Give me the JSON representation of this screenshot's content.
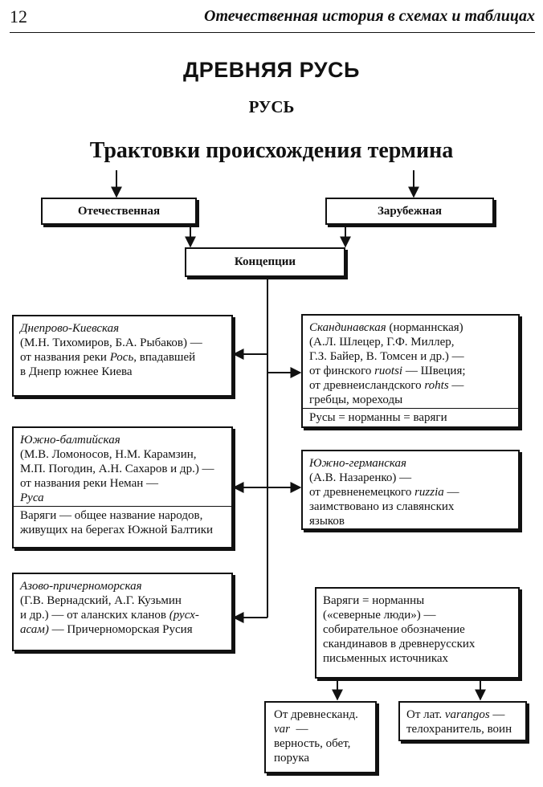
{
  "header": {
    "page_number": "12",
    "running_title": "Отечественная история в схемах и таблицах"
  },
  "titles": {
    "section": "ДРЕВНЯЯ РУСЬ",
    "subsection": "РУСЬ",
    "diagram": "Трактовки происхождения термина"
  },
  "top_boxes": {
    "domestic": "Отечественная",
    "foreign": "Зарубежная",
    "concepts": "Концепции"
  },
  "dnepr": {
    "name": "Днепрово-Киевская",
    "l1": "(М.Н. Тихомиров, Б.А. Рыбаков) —",
    "l2a": "от названия реки ",
    "l2b": "Рось",
    "l2c": ", впадавшей",
    "l3": "в Днепр южнее Киева"
  },
  "scand": {
    "name": "Скандинавская",
    "name_suffix": " (норманнская)",
    "l1": "(А.Л. Шлецер, Г.Ф. Миллер,",
    "l2": "Г.З. Байер, В. Томсен и др.) —",
    "l3a": "от финского ",
    "l3b": "ruotsi",
    "l3c": " — Швеция;",
    "l4a": "от древнеисландского ",
    "l4b": "rohts",
    "l4c": " —",
    "l5": "гребцы, мореходы",
    "l6": "Русы = норманны = варяги"
  },
  "baltic": {
    "name": "Южно-балтийская",
    "l1": "(М.В. Ломоносов, Н.М. Карамзин,",
    "l2": "М.П. Погодин, А.Н. Сахаров и др.) —",
    "l3": "от названия реки Неман —",
    "l4": "Руса",
    "l5": "Варяги — общее название народов,",
    "l6": "живущих на берегах Южной Балтики"
  },
  "german": {
    "name": "Южно-германская",
    "l1": "(А.В. Назаренко) —",
    "l2a": "от древненемецкого ",
    "l2b": "ruzzia",
    "l2c": " —",
    "l3": "заимствовано из славянских",
    "l4": "языков"
  },
  "azov": {
    "name": "Азово-причерноморская",
    "l1": "(Г.В. Вернадский, А.Г. Кузьмин",
    "l2a": "и др.) — от аланских кланов ",
    "l2b": "(русх-",
    "l3a": "асам)",
    "l3b": " — Причерноморская Русия"
  },
  "varyagi": {
    "l1": "Варяги = норманны",
    "l2": "(«северные люди») —",
    "l3": "собирательное обозначение",
    "l4": "скандинавов в древнерусских",
    "l5": "письменных источниках"
  },
  "old_scand": {
    "l1": "От древнесканд.",
    "l2a": "var",
    "l2b": "  —",
    "l3": "верность, обет,",
    "l4": "порука"
  },
  "latin": {
    "l1a": "От лат. ",
    "l1b": "varangos",
    "l1c": " —",
    "l2": "телохранитель, воин"
  }
}
